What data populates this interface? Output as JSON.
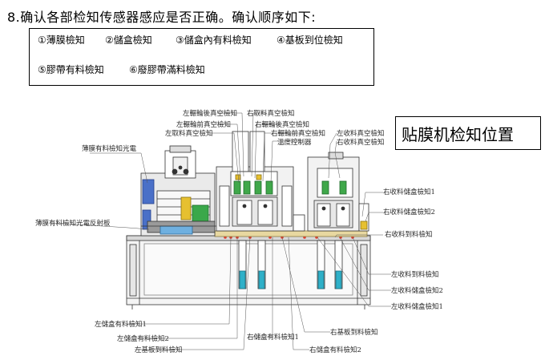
{
  "heading": "8.确认各部检知传感器感应是否正确。确认顺序如下:",
  "list_items": [
    "①薄膜檢知",
    "②儲盒檢知",
    "③儲盒內有料檢知",
    "④基板到位檢知",
    "⑤膠帶有料檢知",
    "⑥廢膠帶滿料檢知"
  ],
  "title_box": "贴膜机检知位置",
  "callouts": {
    "l1": "左輾輪後真空檢知",
    "l2": "右取料真空檢知",
    "l3": "左輾輪前真空檢知",
    "l4": "右輾輪後真空檢知",
    "l5": "左取料真空檢知",
    "l6": "右輾輪前真空檢知",
    "l7": "溫度控制器",
    "l8": "左收料真空檢知",
    "l9": "右收料真空檢知",
    "l10": "薄膜有料檢知光電",
    "l11": "右收料儲盒檢知1",
    "l12": "右收料儲盒檢知2",
    "l13": "薄膜有料檢知光電反射板",
    "l14": "右收料到料檢知",
    "l15": "左收料到料檢知",
    "l16": "左收料儲盒檢知2",
    "l17": "左收料儲盒檢知1",
    "l18": "左儲盒有料檢知1",
    "l19": "左儲盒有料檢知2",
    "l20": "右基板到料檢知",
    "l21": "右儲盒有料檢知1",
    "l22": "左基板到料檢知",
    "l23": "右儲盒有料檢知2"
  }
}
